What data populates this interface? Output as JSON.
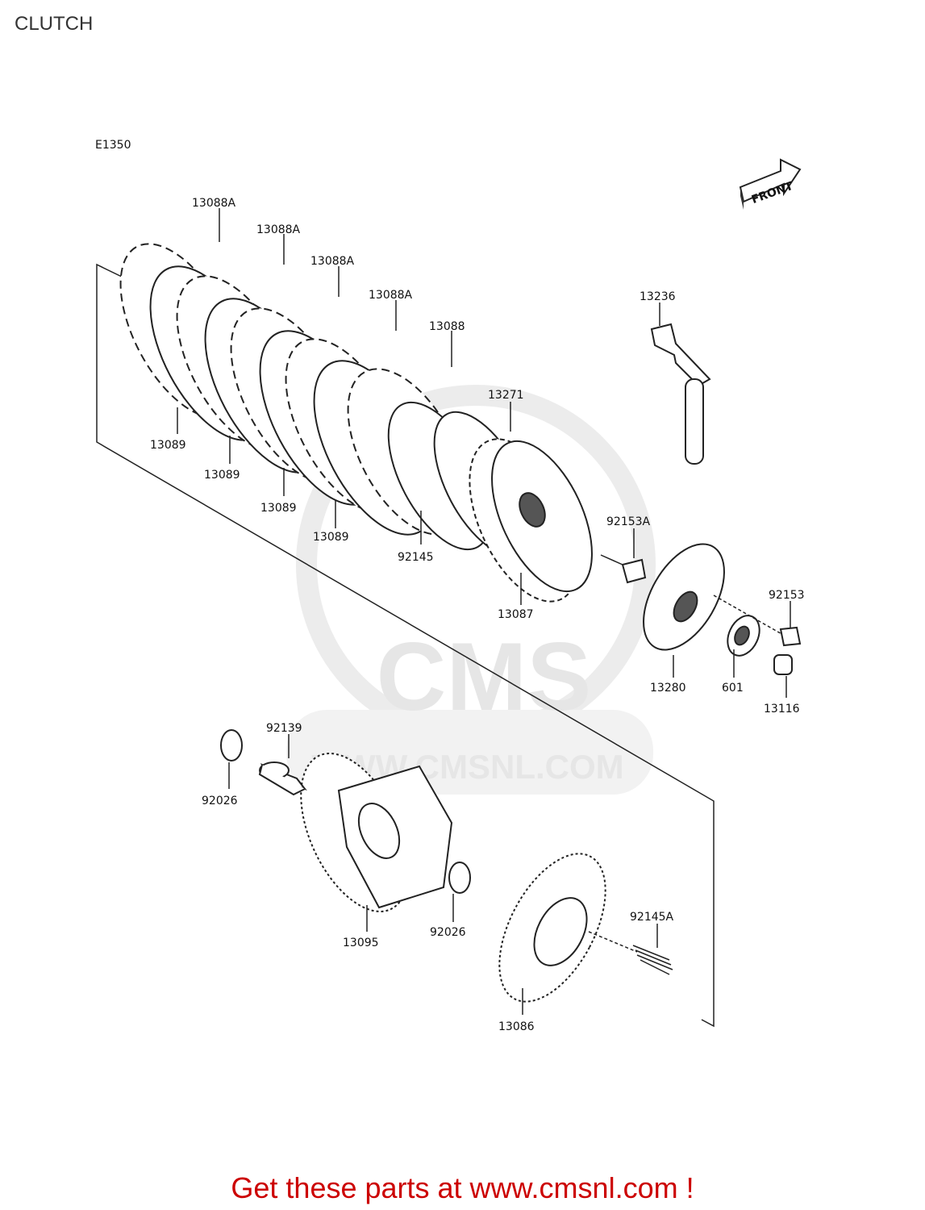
{
  "page": {
    "title": "CLUTCH",
    "diagram_code": "E1350",
    "front_label": "FRONT",
    "footer": "Get these parts at www.cmsnl.com !",
    "watermark": {
      "brand": "CMS",
      "url": "WWW.CMSNL.COM"
    }
  },
  "parts": [
    {
      "id": "p-13088A-1",
      "number": "13088A"
    },
    {
      "id": "p-13088A-2",
      "number": "13088A"
    },
    {
      "id": "p-13088A-3",
      "number": "13088A"
    },
    {
      "id": "p-13088A-4",
      "number": "13088A"
    },
    {
      "id": "p-13088",
      "number": "13088"
    },
    {
      "id": "p-13089-1",
      "number": "13089"
    },
    {
      "id": "p-13089-2",
      "number": "13089"
    },
    {
      "id": "p-13089-3",
      "number": "13089"
    },
    {
      "id": "p-13089-4",
      "number": "13089"
    },
    {
      "id": "p-13271",
      "number": "13271"
    },
    {
      "id": "p-92145",
      "number": "92145"
    },
    {
      "id": "p-13236",
      "number": "13236"
    },
    {
      "id": "p-92153A",
      "number": "92153A"
    },
    {
      "id": "p-13087",
      "number": "13087"
    },
    {
      "id": "p-92153",
      "number": "92153"
    },
    {
      "id": "p-13280",
      "number": "13280"
    },
    {
      "id": "p-601",
      "number": "601"
    },
    {
      "id": "p-13116",
      "number": "13116"
    },
    {
      "id": "p-92139",
      "number": "92139"
    },
    {
      "id": "p-92026-1",
      "number": "92026"
    },
    {
      "id": "p-92026-2",
      "number": "92026"
    },
    {
      "id": "p-13095",
      "number": "13095"
    },
    {
      "id": "p-92145A",
      "number": "92145A"
    },
    {
      "id": "p-13086",
      "number": "13086"
    }
  ]
}
